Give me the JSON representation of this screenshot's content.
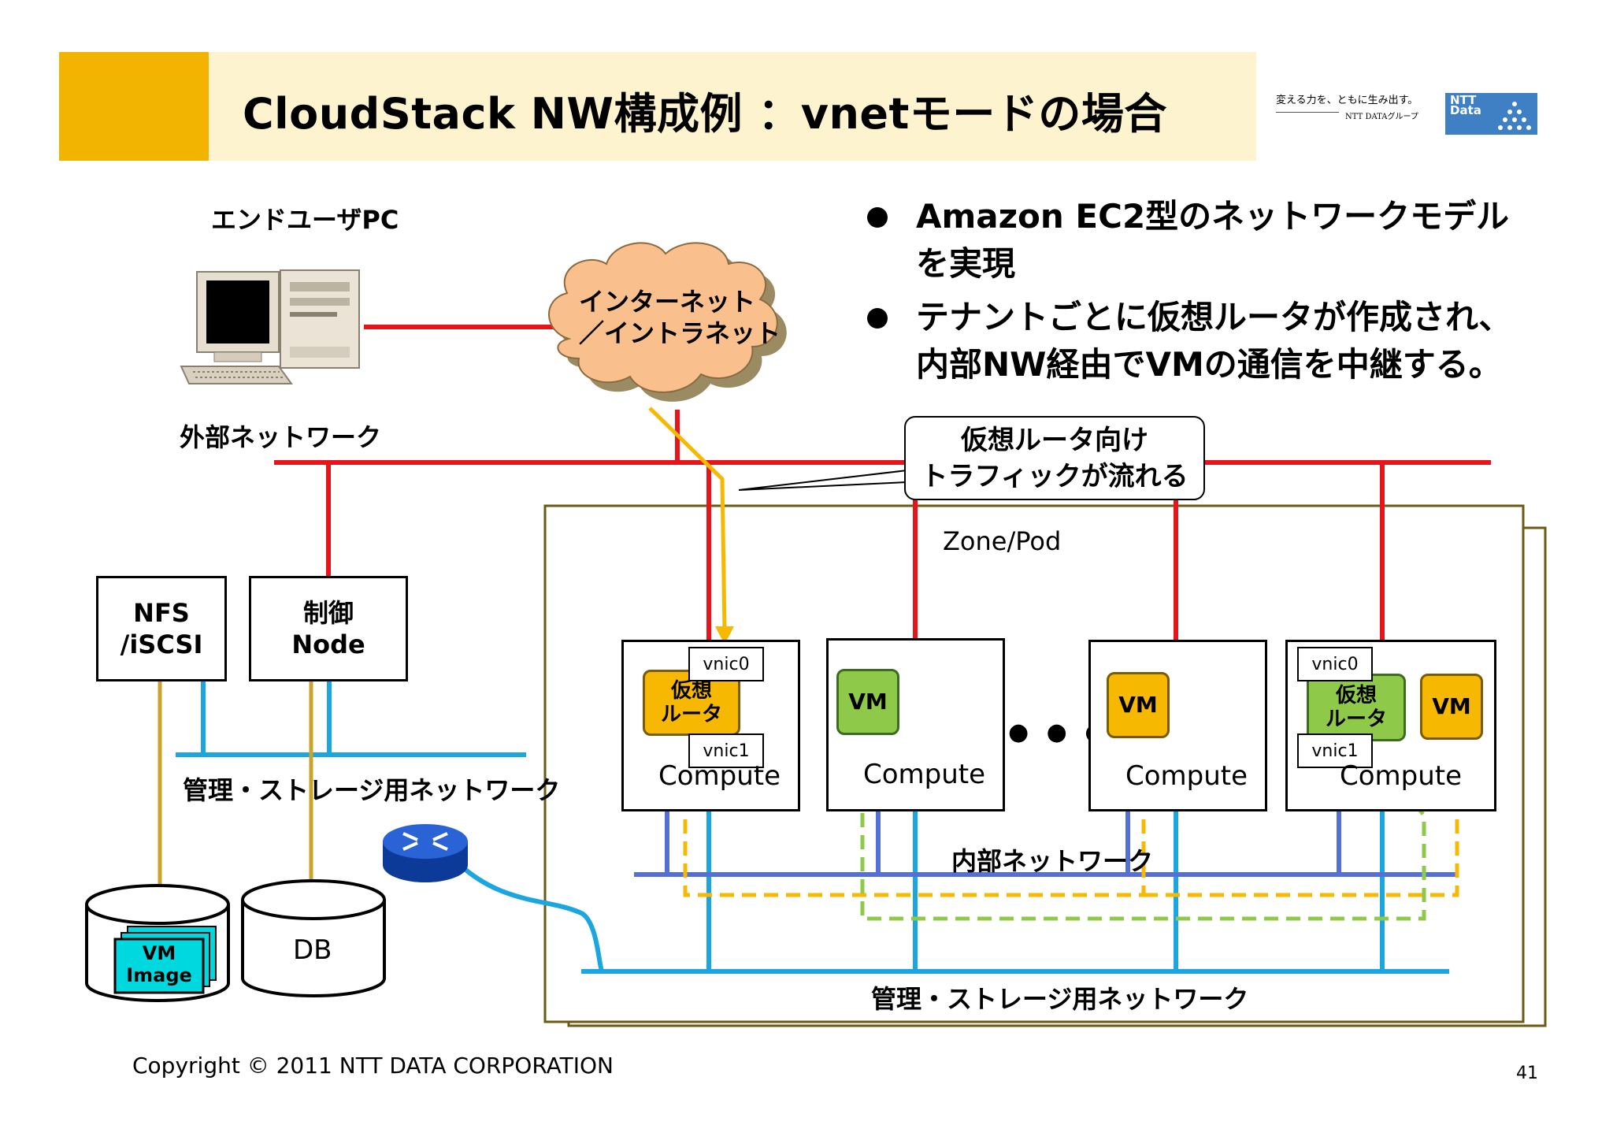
{
  "title": "CloudStack NW構成例 ：vnetモードの場合",
  "logo": {
    "tagline": "変える力を、ともに生み出す。",
    "group": "NTT DATAグループ",
    "mark": "NTT Data"
  },
  "bullets": [
    "Amazon EC2型のネットワークモデルを実現",
    "テナントごとに仮想ルータが作成され、内部NW経由でVMの通信を中継する。"
  ],
  "labels": {
    "end_user_pc": "エンドユーザPC",
    "internet_line1": "インターネット",
    "internet_line2": "／イントラネット",
    "external_network": "外部ネットワーク",
    "callout_line1": "仮想ルータ向け",
    "callout_line2": "トラフィックが流れる",
    "zone_pod": "Zone/Pod",
    "nfs_line1": "NFS",
    "nfs_line2": "/iSCSI",
    "control_line1": "制御",
    "control_line2": "Node",
    "mgmt_storage_left": "管理・ストレージ用ネットワーク",
    "mgmt_storage_bottom": "管理・ストレージ用ネットワーク",
    "internal_network": "内部ネットワーク",
    "vm_image_line1": "VM",
    "vm_image_line2": "Image",
    "db": "DB",
    "ellipsis": "● ● ●"
  },
  "computes": [
    {
      "label": "Compute",
      "vnic0": "vnic0",
      "vnic1": "vnic1",
      "router_line1": "仮想",
      "router_line2": "ルータ"
    },
    {
      "label": "Compute",
      "vm": "VM"
    },
    {
      "label": "Compute",
      "vm": "VM"
    },
    {
      "label": "Compute",
      "vnic0": "vnic0",
      "vnic1": "vnic1",
      "router_line1": "仮想",
      "router_line2": "ルータ",
      "vm": "VM"
    }
  ],
  "footer": {
    "copyright": "Copyright © 2011 NTT DATA CORPORATION",
    "page": "41"
  },
  "colors": {
    "accent": "#f2b400",
    "band": "#fdf3cf",
    "external_net": "#e8141c",
    "mgmt_net": "#1ba6e0",
    "internal_net": "#5470d6",
    "yellow_path": "#f6b800",
    "green_path": "#8ec94a",
    "storage_link": "#c9a32c"
  }
}
